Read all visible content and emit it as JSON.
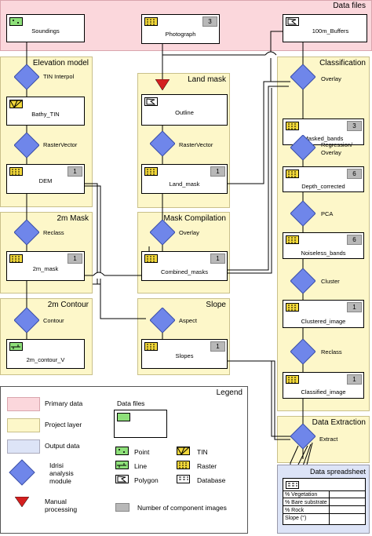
{
  "header": {
    "title": "Data files"
  },
  "data_files": {
    "soundings": "Soundings",
    "photograph": "Photograph",
    "photograph_count": "3",
    "buffers": "100m_Buffers"
  },
  "elevation_model": {
    "title": "Elevation model",
    "module1": "TIN Interpol",
    "node1": "Bathy_TIN",
    "module2": "RasterVector",
    "node2": "DEM",
    "node2_count": "1"
  },
  "land_mask": {
    "title": "Land mask",
    "node1": "Outline",
    "module1": "RasterVector",
    "node2": "Land_mask",
    "node2_count": "1"
  },
  "classification": {
    "title": "Classification",
    "module1": "Overlay",
    "node1": "Masked_bands",
    "node1_count": "3",
    "module2_line1": "Regression/",
    "module2_line2": "Overlay",
    "node2": "Depth_corrected",
    "node2_count": "6",
    "module3": "PCA",
    "node3": "Noiseless_bands",
    "node3_count": "6",
    "module4": "Cluster",
    "node4": "Clustered_image",
    "node4_count": "1",
    "module5": "Reclass",
    "node5": "Classified_image",
    "node5_count": "1"
  },
  "mask_2m": {
    "title": "2m Mask",
    "module1": "Reclass",
    "node1": "2m_mask",
    "node1_count": "1"
  },
  "mask_compilation": {
    "title": "Mask Compilation",
    "module1": "Overlay",
    "node1": "Combined_masks",
    "node1_count": "1"
  },
  "contour_2m": {
    "title": "2m Contour",
    "module1": "Contour",
    "node1": "2m_contour_V"
  },
  "slope": {
    "title": "Slope",
    "module1": "Aspect",
    "node1": "Slopes",
    "node1_count": "1"
  },
  "data_extraction": {
    "title": "Data Extraction",
    "module1": "Extract"
  },
  "spreadsheet": {
    "title": "Data spreadsheet",
    "rows": [
      "% Vegetation",
      "% Bare substrate",
      "% Rock",
      "Slope (°)"
    ]
  },
  "legend": {
    "title": "Legend",
    "primary": "Primary data",
    "project": "Project layer",
    "output": "Output data",
    "module_line1": "Idrisi",
    "module_line2": "analysis",
    "module_line3": "module",
    "manual_line1": "Manual",
    "manual_line2": "processing",
    "data_files_label": "Data files",
    "point": "Point",
    "line": "Line",
    "polygon": "Polygon",
    "tin": "TIN",
    "raster": "Raster",
    "database": "Database",
    "count": "Number of component images"
  },
  "colors": {
    "primary": "#fbd7dc",
    "project": "#fdf7c9",
    "output": "#dde4f7",
    "module": "#6f86ea",
    "manual": "#d42020",
    "badge": "#b8b8b8"
  }
}
